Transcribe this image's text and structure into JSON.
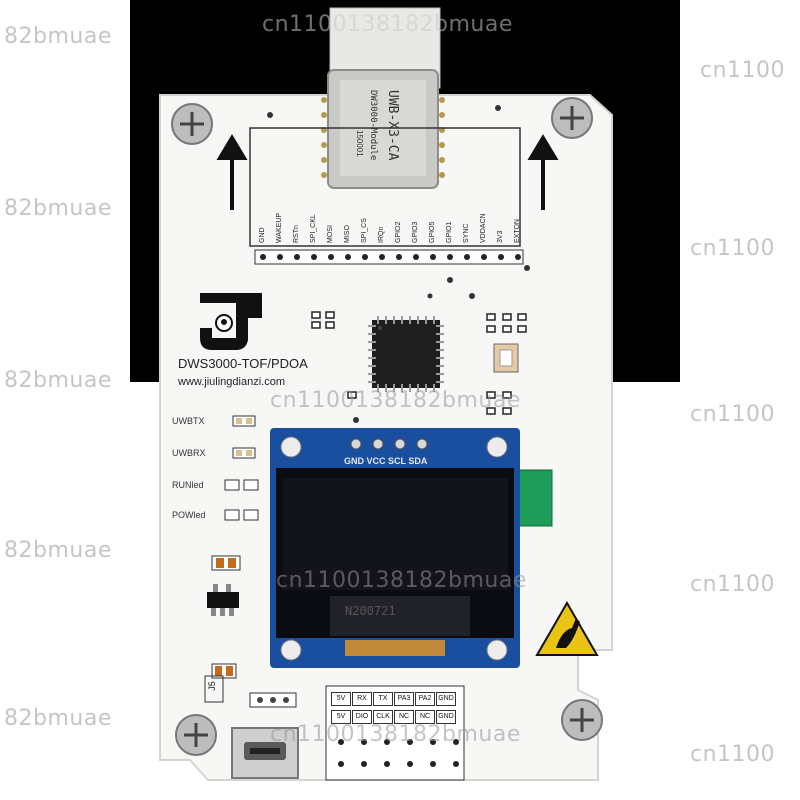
{
  "watermarks": {
    "left_1": "82bmuae",
    "top_center": "cn1100138182bmuae",
    "right_1": "cn1100",
    "left_2": "82bmuae",
    "right_2": "cn1100",
    "left_3": "82bmuae",
    "right_3": "cn1100",
    "center_1": "cn1100138182bmuae",
    "left_4": "82bmuae",
    "center_2": "cn1100138182bmuae",
    "right_4": "cn1100",
    "left_5": "82bmuae",
    "bottom_center": "cn1100138182bmuae",
    "right_5": "cn1100"
  },
  "board": {
    "title": "DWS3000-TOF/PDOA",
    "url": "www.jiulingdianzi.com",
    "module_line1": "UWB-X3-CA",
    "module_line2": "DW3000-Module",
    "module_code": "150001",
    "oled_pins": "GND VCC SCL SDA",
    "oled_code": "N200721",
    "jumper_label": "J5",
    "header_pins": [
      "GND",
      "WAKEUP",
      "RSTn",
      "SPI_CKL",
      "MOSI",
      "MISO",
      "SPI_CS",
      "IRQn",
      "GPIO2",
      "GPIO3",
      "GPIO5",
      "GPIO1",
      "SYNC",
      "VDDACN",
      "3V3",
      "EXTON"
    ],
    "leds": [
      "UWBTX",
      "UWBRX",
      "RUNled",
      "POWled"
    ],
    "grid_row1": [
      "5V",
      "RX",
      "TX",
      "PA3",
      "PA2",
      "GND"
    ],
    "grid_row2": [
      "5V",
      "DIO",
      "CLK",
      "NC",
      "NC",
      "GND"
    ]
  },
  "colors": {
    "background_black": "#000000",
    "board_white": "#f7f7f5",
    "oled_blue": "#1a4fa0",
    "screen_black": "#0b0b12",
    "esd_yellow": "#e9c417",
    "tab_green": "#1f9c5a"
  }
}
